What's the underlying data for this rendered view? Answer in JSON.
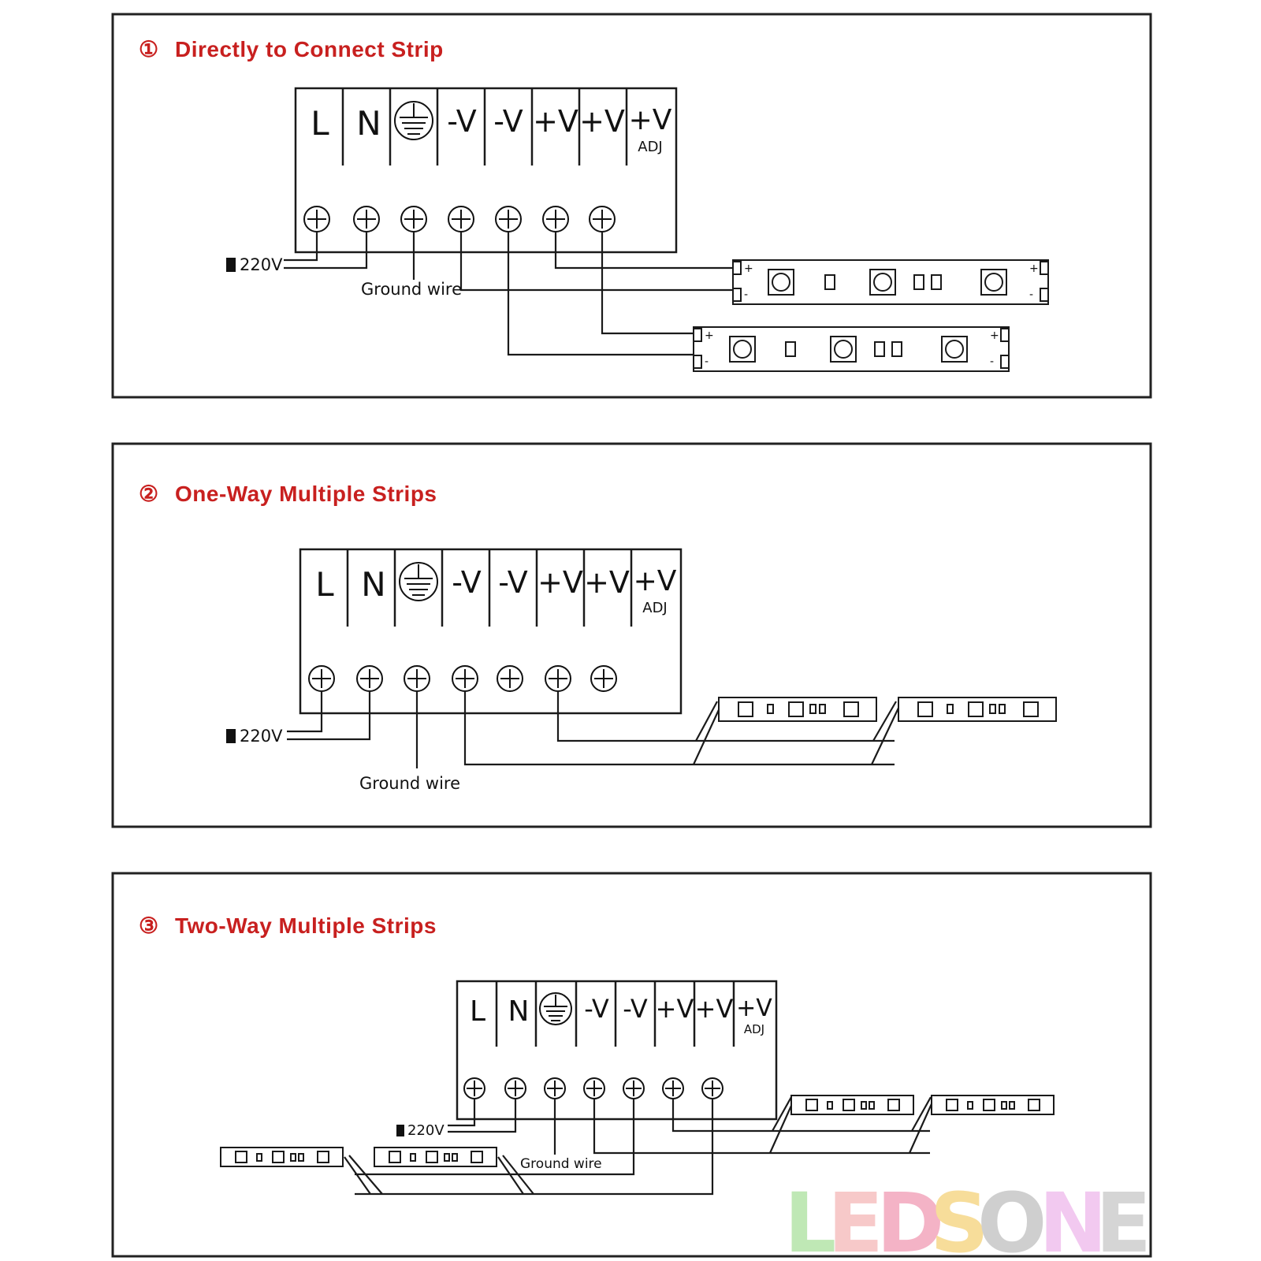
{
  "panels": [
    {
      "number": "①",
      "title": "Directly to Connect Strip"
    },
    {
      "number": "②",
      "title": "One-Way Multiple Strips"
    },
    {
      "number": "③",
      "title": "Two-Way Multiple Strips"
    }
  ],
  "terminals": [
    "L",
    "N",
    "earth",
    "-V",
    "-V",
    "+V",
    "+V",
    "+V"
  ],
  "adj_label": "ADJ",
  "voltage_label": "220V",
  "ground_label": "Ground wire",
  "strip_plus": "+",
  "strip_minus": "-",
  "watermark": {
    "letters": [
      "L",
      "E",
      "D",
      "S",
      "O",
      "N",
      "E"
    ],
    "colors": [
      "#bfe8b5",
      "#f7c9c9",
      "#f4b3c6",
      "#f7dd9a",
      "#cfcfcf",
      "#f2c9f0",
      "#d5d5d5"
    ]
  },
  "colors": {
    "title": "#c8201f",
    "line": "#1a1a1a"
  }
}
